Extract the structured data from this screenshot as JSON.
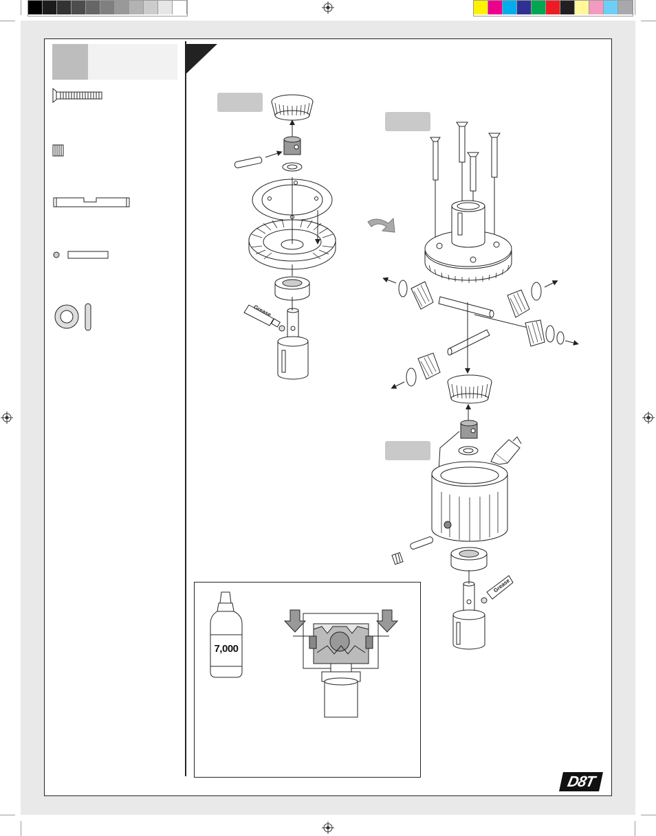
{
  "print_marks": {
    "gray_swatches": [
      "#000000",
      "#1c1c1c",
      "#333333",
      "#4d4d4d",
      "#666666",
      "#808080",
      "#999999",
      "#b3b3b3",
      "#cccccc",
      "#e6e6e6",
      "#ffffff"
    ],
    "color_swatches": [
      "#fff200",
      "#ec008c",
      "#00aeef",
      "#2e3192",
      "#00a651",
      "#ed1c24",
      "#231f20",
      "#fff799",
      "#f49ac1",
      "#6dcff6",
      "#a7a9ac"
    ]
  },
  "colors": {
    "frame": "#e9e9e9",
    "part_line": "#222222",
    "part_fill": "#ffffff",
    "label_gray": "#c9c9c9",
    "pin_gray": "#888888"
  },
  "icons": {
    "registration": "registration-mark-icon",
    "logo": "d8t-logo"
  },
  "diagram": {
    "grease_label": "Grease",
    "oil_bottle_label": "7,000",
    "logo_text": "D8T"
  }
}
